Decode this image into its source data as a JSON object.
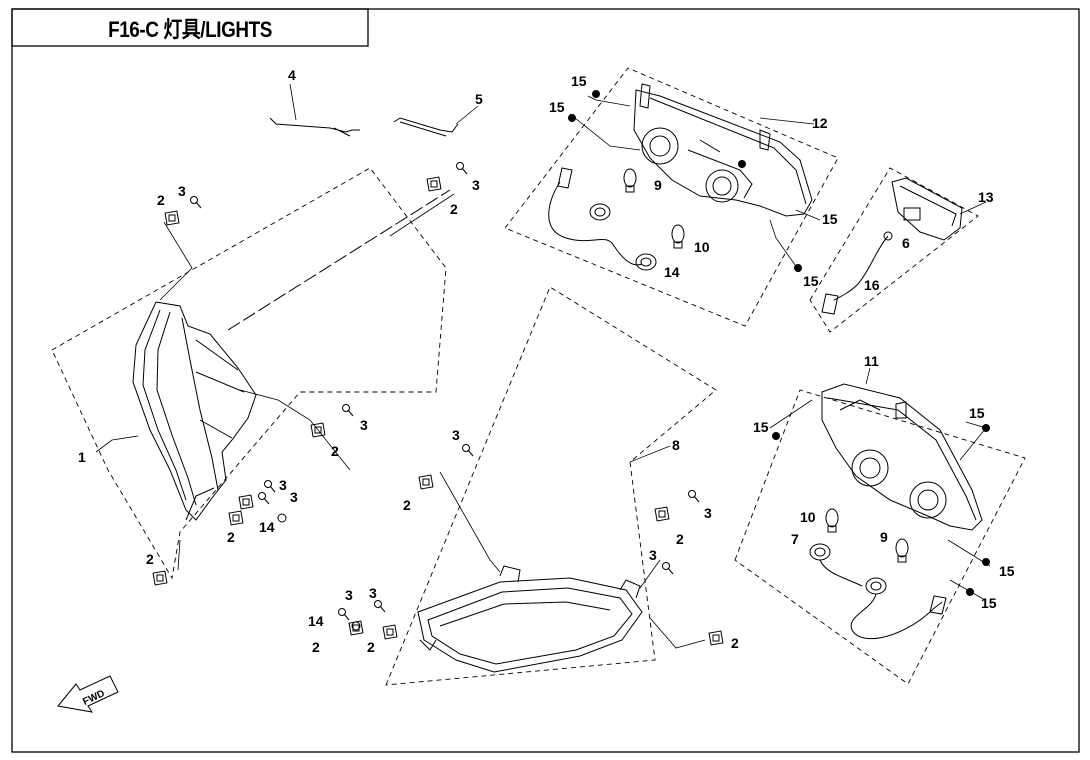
{
  "title": "F16-C 灯具/LIGHTS",
  "fwd_label": "FWD",
  "callouts": {
    "headlight": "1",
    "clip": "2",
    "screw": "3",
    "wire_left": "4",
    "wire_right": "5",
    "socket_small": "6",
    "socket_7": "7",
    "front_light_cover": "8",
    "bulb_9": "9",
    "bulb_10": "10",
    "taillight_right": "11",
    "taillight_left": "12",
    "plate_light": "13",
    "nut_14": "14",
    "screw_15": "15",
    "harness_16": "16"
  }
}
